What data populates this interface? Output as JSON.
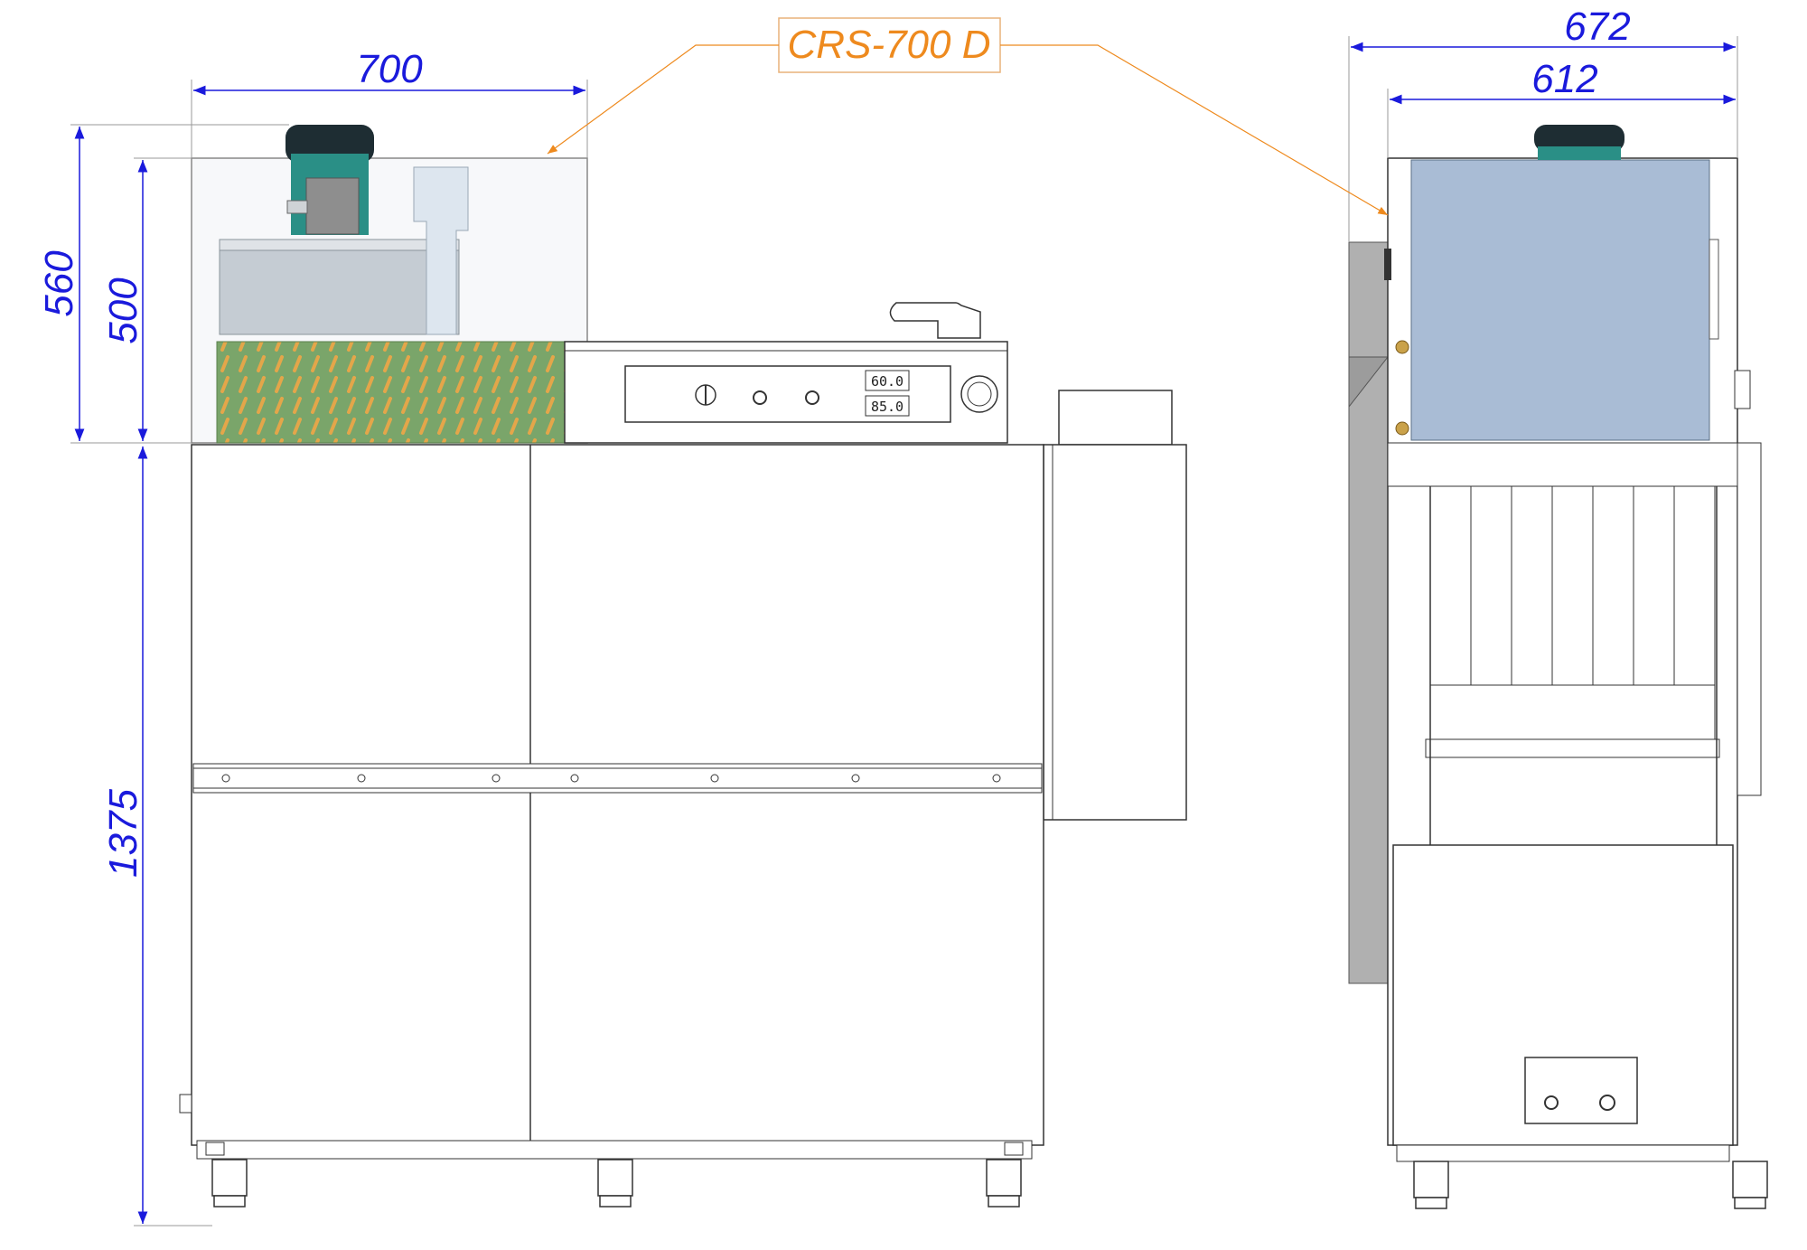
{
  "model_label": "CRS-700 D",
  "dimensions": {
    "front_width": "700",
    "booster_total_height": "560",
    "booster_body_height": "500",
    "machine_height": "1375",
    "side_total_width": "672",
    "side_body_width": "612"
  },
  "control_panel": {
    "display_1": "60.0",
    "display_2": "85.0"
  },
  "colors": {
    "dimension": "#1a1adc",
    "callout": "#ee8a1e",
    "booster_panel": "#a9bcd5",
    "heat_exchanger": "#7aa56a",
    "motor": "#2a8f86"
  }
}
